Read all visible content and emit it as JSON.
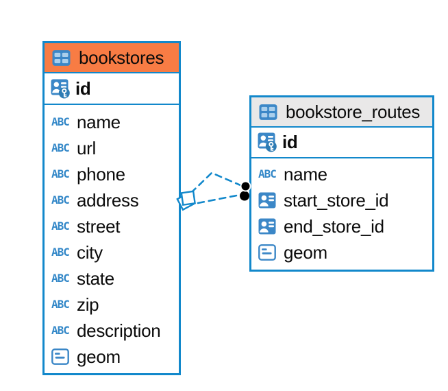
{
  "diagram": {
    "kind": "entity-relationship",
    "background": "#ffffff"
  },
  "colors": {
    "accent_blue": "#1288CB",
    "icon_blue": "#3B87C7",
    "icon_cell_blue": "#AACFEC",
    "header_orange": "#F87C44",
    "header_gray": "#E9E8E8",
    "text": "#0b0b0b",
    "anchor_dot": "#000000"
  },
  "icons": {
    "text_glyph": "ABC"
  },
  "tables": [
    {
      "name": "bookstores",
      "header_color": "#F87C44",
      "primary_key": {
        "label": "id"
      },
      "columns": [
        {
          "label": "name",
          "type_icon": "text"
        },
        {
          "label": "url",
          "type_icon": "text"
        },
        {
          "label": "phone",
          "type_icon": "text"
        },
        {
          "label": "address",
          "type_icon": "text"
        },
        {
          "label": "street",
          "type_icon": "text"
        },
        {
          "label": "city",
          "type_icon": "text"
        },
        {
          "label": "state",
          "type_icon": "text"
        },
        {
          "label": "zip",
          "type_icon": "text"
        },
        {
          "label": "description",
          "type_icon": "text"
        },
        {
          "label": "geom",
          "type_icon": "geometry"
        }
      ]
    },
    {
      "name": "bookstore_routes",
      "header_color": "#E9E8E8",
      "primary_key": {
        "label": "id"
      },
      "columns": [
        {
          "label": "name",
          "type_icon": "text"
        },
        {
          "label": "start_store_id",
          "type_icon": "reference"
        },
        {
          "label": "end_store_id",
          "type_icon": "reference"
        },
        {
          "label": "geom",
          "type_icon": "geometry"
        }
      ]
    }
  ],
  "relationship": {
    "from_table": "bookstores",
    "to_table": "bookstore_routes",
    "line_style": "dashed",
    "link_count": 2
  }
}
